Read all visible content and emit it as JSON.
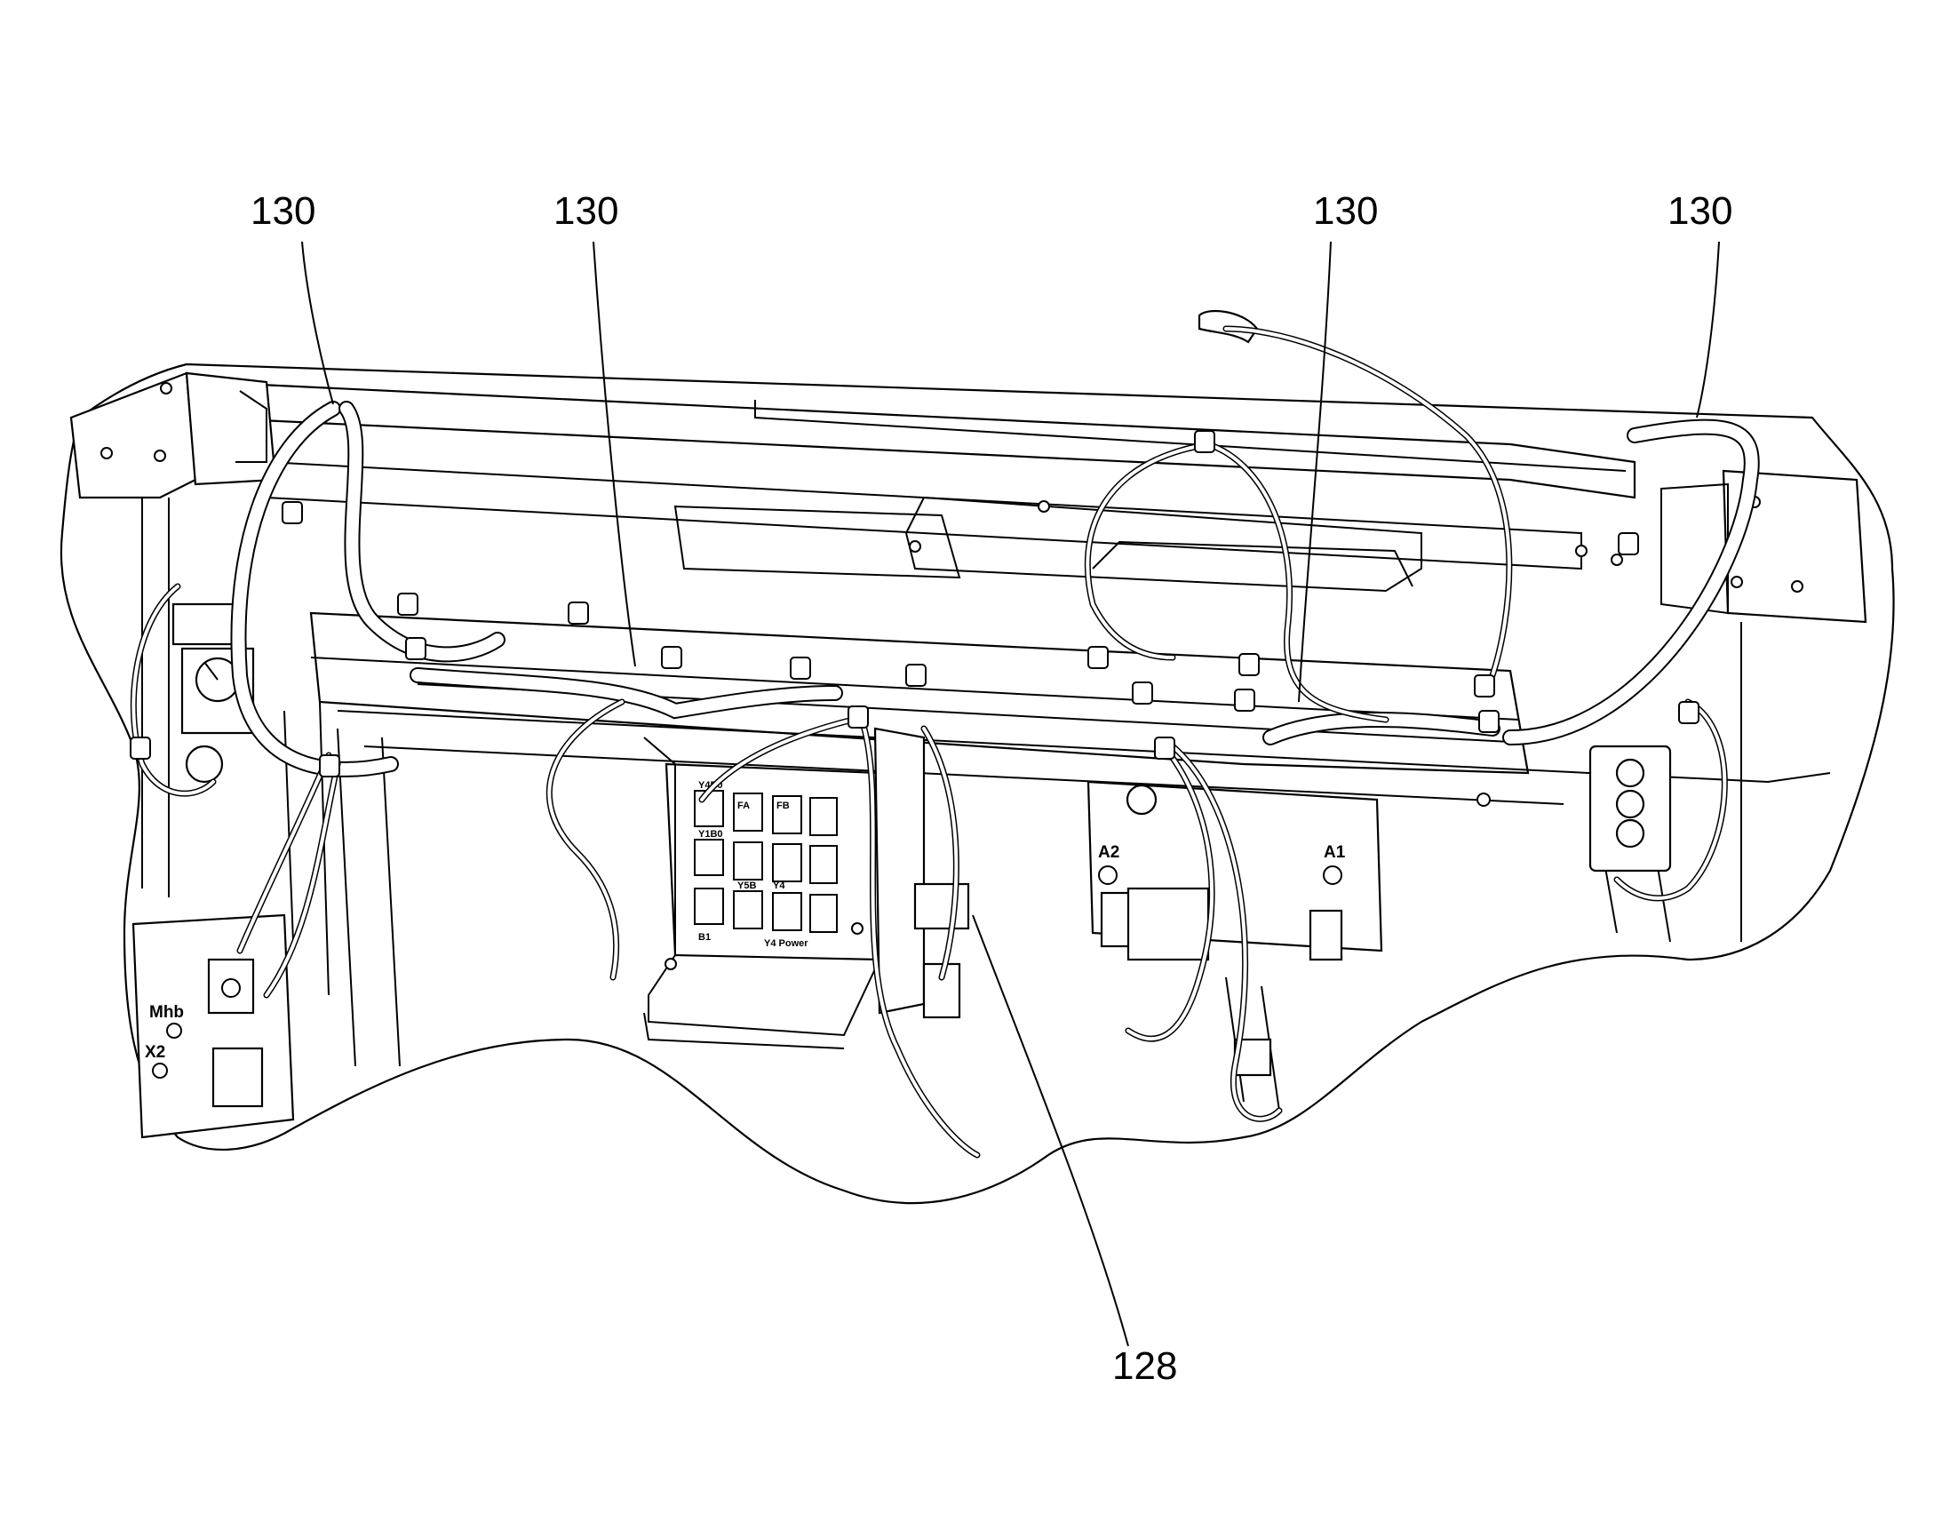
{
  "figure": {
    "reference_labels": [
      {
        "id": "ref-130-a",
        "text": "130"
      },
      {
        "id": "ref-130-b",
        "text": "130"
      },
      {
        "id": "ref-130-c",
        "text": "130"
      },
      {
        "id": "ref-130-d",
        "text": "130"
      },
      {
        "id": "ref-128",
        "text": "128"
      }
    ],
    "component_markings": {
      "a2": "A2",
      "a1": "A1",
      "mhb": "Mhb",
      "x2": "X2"
    },
    "panel_markings": [
      "Y4B0",
      "Y1B0",
      "FA",
      "FB",
      "B1",
      "Y5B",
      "Y4",
      "Y4 Power"
    ]
  }
}
